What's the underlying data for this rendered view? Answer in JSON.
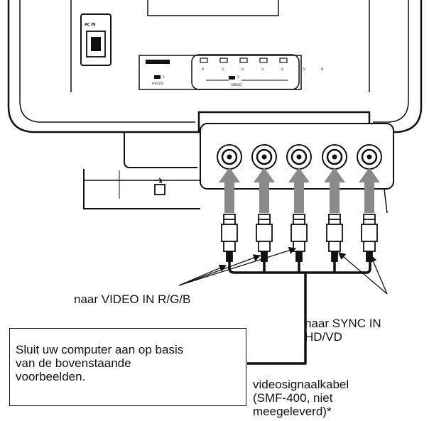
{
  "monitor_panel": {
    "ac_in_label": "AC IN",
    "switch1_label": "1",
    "switch1_caption": "[HD15]",
    "switch2_label": "2",
    "switch2_caption": "[5BNC]",
    "connector_labels": [
      "R",
      "G",
      "B",
      "H",
      "D"
    ],
    "trailing_labels": [
      "V",
      "D"
    ]
  },
  "labels": {
    "video_in": "naar VIDEO IN R/G/B",
    "sync_in": [
      "naar SYNC IN",
      "HD/VD"
    ],
    "note": [
      "Sluit uw computer aan op basis",
      "van de bovenstaande",
      "voorbeelden."
    ],
    "cable": [
      "videosignaalkabel",
      "(SMF-400, niet",
      "meegeleverd)*"
    ]
  },
  "colors": {
    "ink": "#111111",
    "gray": "#8a8a8a",
    "paper": "#ffffff"
  }
}
